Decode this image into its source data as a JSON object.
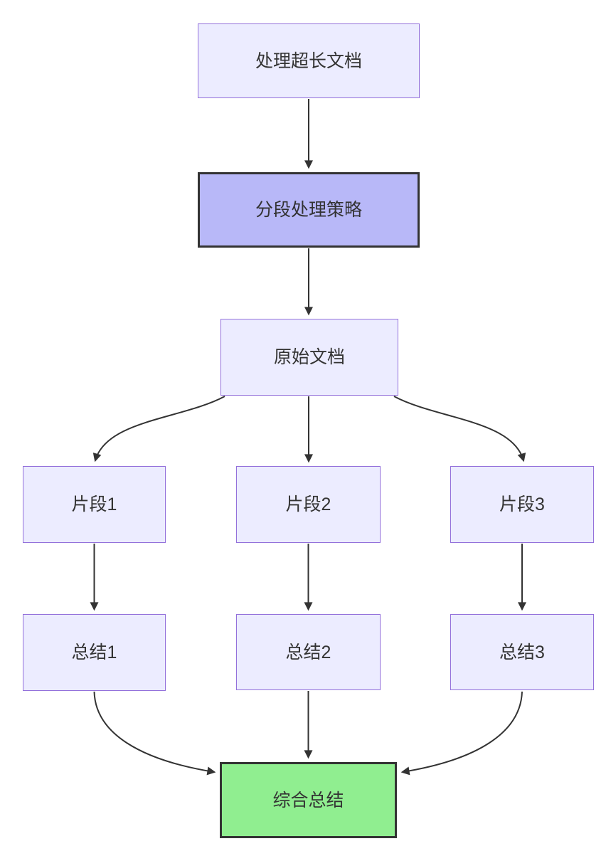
{
  "diagram": {
    "type": "flowchart",
    "direction": "top-down",
    "nodes": [
      {
        "id": "A",
        "label": "处理超长文档",
        "kind": "default"
      },
      {
        "id": "B",
        "label": "分段处理策略",
        "kind": "highlight"
      },
      {
        "id": "C",
        "label": "原始文档",
        "kind": "default"
      },
      {
        "id": "D",
        "label": "片段1",
        "kind": "default"
      },
      {
        "id": "E",
        "label": "片段2",
        "kind": "default"
      },
      {
        "id": "F",
        "label": "片段3",
        "kind": "default"
      },
      {
        "id": "G",
        "label": "总结1",
        "kind": "default"
      },
      {
        "id": "H",
        "label": "总结2",
        "kind": "default"
      },
      {
        "id": "I",
        "label": "总结3",
        "kind": "default"
      },
      {
        "id": "J",
        "label": "综合总结",
        "kind": "result"
      }
    ],
    "edges": [
      {
        "from": "A",
        "to": "B"
      },
      {
        "from": "B",
        "to": "C"
      },
      {
        "from": "C",
        "to": "D"
      },
      {
        "from": "C",
        "to": "E"
      },
      {
        "from": "C",
        "to": "F"
      },
      {
        "from": "D",
        "to": "G"
      },
      {
        "from": "E",
        "to": "H"
      },
      {
        "from": "F",
        "to": "I"
      },
      {
        "from": "G",
        "to": "J"
      },
      {
        "from": "H",
        "to": "J"
      },
      {
        "from": "I",
        "to": "J"
      }
    ],
    "colors": {
      "background": "#FFFFFF",
      "node_fill": "#ECECFF",
      "node_border": "#9370DB",
      "highlight_fill": "#B8B8F8",
      "highlight_border": "#333333",
      "result_fill": "#90EE90",
      "result_border": "#333333",
      "edge": "#333333",
      "text": "#333333"
    }
  }
}
